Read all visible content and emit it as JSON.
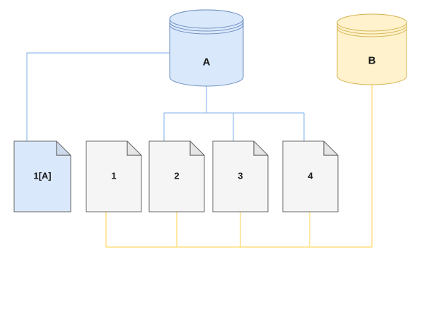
{
  "colors": {
    "background": "#ffffff",
    "blue_fill": "#dae8fc",
    "blue_stroke": "#6c8ebf",
    "yellow_fill": "#fff2cc",
    "yellow_stroke": "#d6b656",
    "doc_fill": "#f5f5f5",
    "doc_stroke": "#666666",
    "connector_blue": "#92bdec",
    "connector_yellow": "#ffd966"
  },
  "volumes": {
    "a": {
      "label": "A"
    },
    "b": {
      "label": "B"
    }
  },
  "snapshots": {
    "copy": {
      "label": "1[A]"
    },
    "s1": {
      "label": "1"
    },
    "s2": {
      "label": "2"
    },
    "s3": {
      "label": "3"
    },
    "s4": {
      "label": "4"
    }
  }
}
